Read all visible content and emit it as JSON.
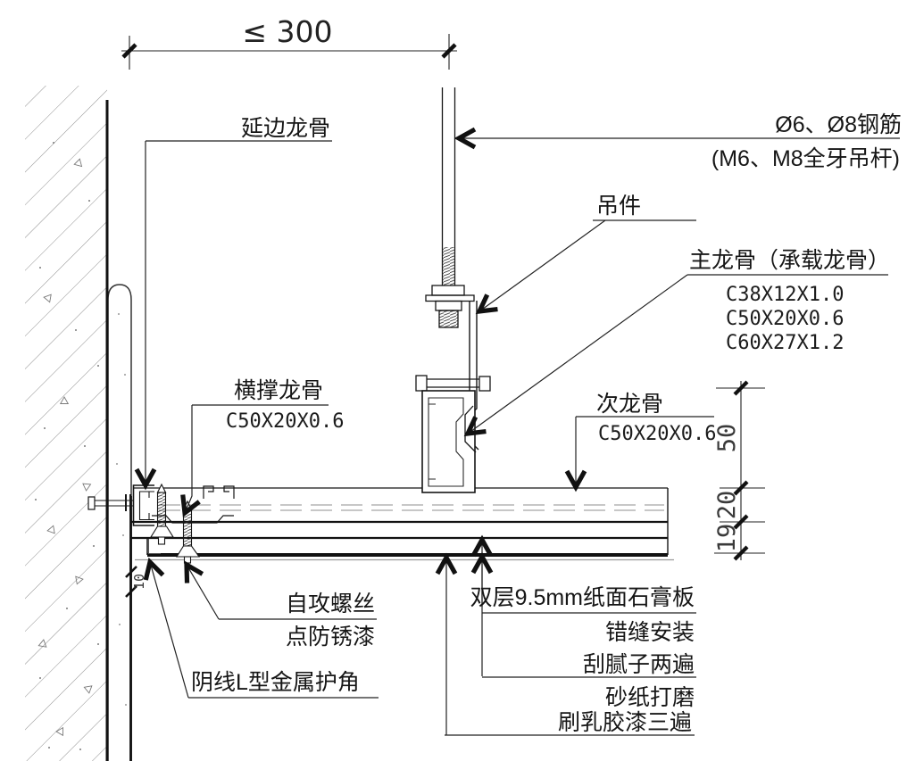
{
  "meta": {
    "type": "suspended-ceiling-construction-detail",
    "language": "zh-CN"
  },
  "drawing": {
    "dimensions": {
      "top": "≤ 300",
      "right": [
        "50",
        "20",
        "19"
      ],
      "reveal": "10"
    },
    "labels": {
      "edge_runner": "延边龙骨",
      "rod_line1": "Ø6、Ø8钢筋",
      "rod_line2": "(M6、M8全牙吊杆)",
      "hanger": "吊件",
      "main_runner": "主龙骨（承载龙骨）",
      "main_runner_specs": [
        "C38X12X1.0",
        "C50X20X0.6",
        "C60X27X1.2"
      ],
      "cross_brace": "横撑龙骨",
      "cross_brace_spec": "C50X20X0.6",
      "secondary_runner": "次龙骨",
      "secondary_runner_spec": "C50X20X0.6",
      "screws": "自攻螺丝",
      "rust_paint": "点防锈漆",
      "corner_bead": "阴线L型金属护角",
      "gypsum_board": "双层9.5mm纸面石膏板",
      "stagger_install": "错缝安装",
      "putty": "刮腻子两遍",
      "sanding": "砂纸打磨",
      "latex_paint": "刷乳胶漆三遍"
    },
    "colors": {
      "line": "#161616",
      "hatch": "#8f8f8f",
      "centerline": "#8f8f8f",
      "background": "#ffffff"
    }
  }
}
